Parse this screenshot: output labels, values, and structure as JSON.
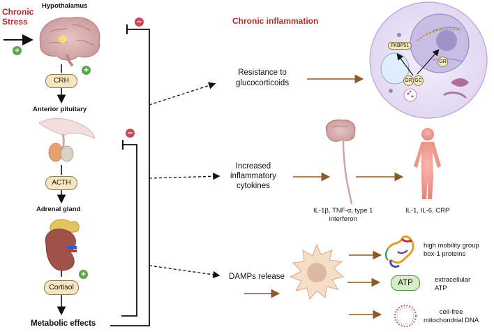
{
  "hpa": {
    "chronic_stress": "Chronic\nStress",
    "hypothalamus": "Hypothalamus",
    "crh": "CRH",
    "anterior_pituitary": "Anterior pituitary",
    "acth": "ACTH",
    "adrenal_gland": "Adrenal gland",
    "cortisol": "Cortisol",
    "metabolic_effects": "Metabolic effects",
    "plus_sign": "+",
    "minus_sign": "−"
  },
  "inflammation": {
    "title": "Chronic inflammation",
    "resistance": "Resistance to\nglucocorticoids",
    "cytokines": "Increased\ninflammatory\ncytokines",
    "cytokine_list": "IL-1β, TNF-α, type 1\ninterferon",
    "markers": "IL-1, IL-6, CRP",
    "damps": "DAMPs release"
  },
  "cell_labels": {
    "fkbp51": "FKBP51",
    "gr": "GR",
    "gc": "GC"
  },
  "damps_products": {
    "hmgb1": "high mobility group\nbox-1 proteins",
    "atp_icon": "ATP",
    "atp": "extracellular\nATP",
    "dna": "cell-free\nmitochondrial DNA"
  },
  "colors": {
    "accent_red": "#b52a2a",
    "plus_green": "#5ba64a",
    "minus_red": "#c64a5c",
    "arrow_brown": "#8a5a2b"
  }
}
